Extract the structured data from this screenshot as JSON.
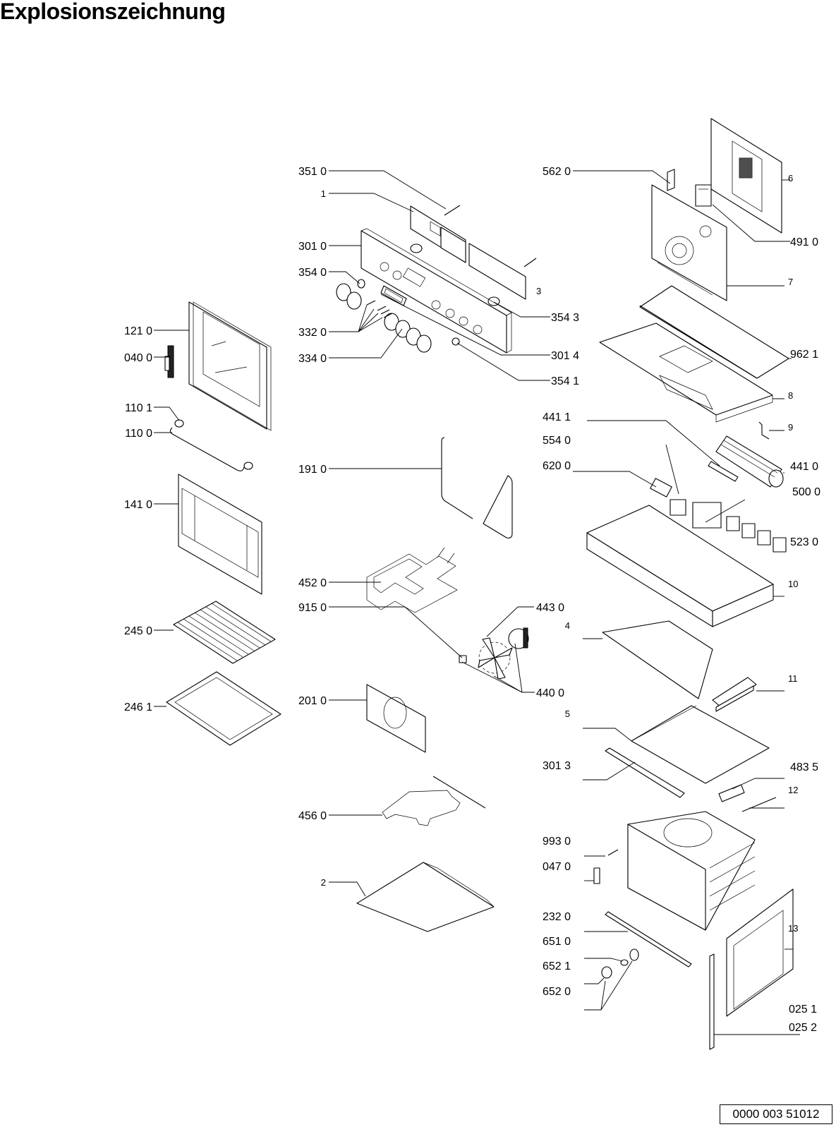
{
  "title": "Explosionszeichnung",
  "drawing_number": "0000 003 51012",
  "callouts": [
    {
      "id": "351_0",
      "text": "351 0",
      "part": "control-shaft-pin"
    },
    {
      "id": "1",
      "text": "1",
      "part": "control-circuit-board"
    },
    {
      "id": "301_0",
      "text": "301 0",
      "part": "control-panel-front"
    },
    {
      "id": "354_0",
      "text": "354 0",
      "part": "control-knob-button"
    },
    {
      "id": "332_0",
      "text": "332 0",
      "part": "knob-shafts"
    },
    {
      "id": "334_0",
      "text": "334 0",
      "part": "control-knobs"
    },
    {
      "id": "354_3",
      "text": "354 3",
      "part": "knob-spring"
    },
    {
      "id": "3",
      "text": "3",
      "part": "switch-board"
    },
    {
      "id": "301_4",
      "text": "301 4",
      "part": "display-window"
    },
    {
      "id": "354_1",
      "text": "354 1",
      "part": "push-button"
    },
    {
      "id": "121_0",
      "text": "121 0",
      "part": "door-inner-frame"
    },
    {
      "id": "040_0",
      "text": "040 0",
      "part": "door-hinge"
    },
    {
      "id": "110_1",
      "text": "110 1",
      "part": "handle-mount"
    },
    {
      "id": "110_0",
      "text": "110 0",
      "part": "door-handle"
    },
    {
      "id": "141_0",
      "text": "141 0",
      "part": "door-outer-glass"
    },
    {
      "id": "245_0",
      "text": "245 0",
      "part": "wire-rack"
    },
    {
      "id": "246_1",
      "text": "246 1",
      "part": "baking-tray"
    },
    {
      "id": "191_0",
      "text": "191 0",
      "part": "door-gasket"
    },
    {
      "id": "452_0",
      "text": "452 0",
      "part": "top-heating-element"
    },
    {
      "id": "915_0",
      "text": "915 0",
      "part": "fan-nut"
    },
    {
      "id": "443_0",
      "text": "443 0",
      "part": "fan-motor"
    },
    {
      "id": "440_0",
      "text": "440 0",
      "part": "fan-blade"
    },
    {
      "id": "201_0",
      "text": "201 0",
      "part": "fan-cover"
    },
    {
      "id": "456_0",
      "text": "456 0",
      "part": "circular-heating-element"
    },
    {
      "id": "2",
      "text": "2",
      "part": "bottom-plate"
    },
    {
      "id": "562_0",
      "text": "562 0",
      "part": "thermostat-bracket"
    },
    {
      "id": "6",
      "text": "6",
      "part": "rear-cover"
    },
    {
      "id": "491_0",
      "text": "491 0",
      "part": "relay-unit"
    },
    {
      "id": "7",
      "text": "7",
      "part": "rear-panel"
    },
    {
      "id": "962_1",
      "text": "962 1",
      "part": "insulation-strip"
    },
    {
      "id": "8",
      "text": "8",
      "part": "top-cover"
    },
    {
      "id": "9",
      "text": "9",
      "part": "bracket"
    },
    {
      "id": "441_1",
      "text": "441 1",
      "part": "terminal-strip"
    },
    {
      "id": "554_0",
      "text": "554 0",
      "part": "transformer"
    },
    {
      "id": "620_0",
      "text": "620 0",
      "part": "connector-block"
    },
    {
      "id": "441_0",
      "text": "441 0",
      "part": "tangential-fan"
    },
    {
      "id": "500_0",
      "text": "500 0",
      "part": "switch-unit"
    },
    {
      "id": "523_0",
      "text": "523 0",
      "part": "selector-switches"
    },
    {
      "id": "10",
      "text": "10",
      "part": "control-housing"
    },
    {
      "id": "4",
      "text": "4",
      "part": "deflector-plate"
    },
    {
      "id": "11",
      "text": "11",
      "part": "rail"
    },
    {
      "id": "5",
      "text": "5",
      "part": "base-plate"
    },
    {
      "id": "301_3",
      "text": "301 3",
      "part": "front-trim"
    },
    {
      "id": "483_5",
      "text": "483 5",
      "part": "terminal-block"
    },
    {
      "id": "12",
      "text": "12",
      "part": "sensor-rod"
    },
    {
      "id": "993_0",
      "text": "993 0",
      "part": "screw"
    },
    {
      "id": "047_0",
      "text": "047 0",
      "part": "hinge-receiver"
    },
    {
      "id": "232_0",
      "text": "232 0",
      "part": "front-bottom-bar"
    },
    {
      "id": "651_0",
      "text": "651 0",
      "part": "lamp-bulb"
    },
    {
      "id": "652_1",
      "text": "652 1",
      "part": "lamp-cover"
    },
    {
      "id": "652_0",
      "text": "652 0",
      "part": "lamp-holder"
    },
    {
      "id": "13",
      "text": "13",
      "part": "side-panel"
    },
    {
      "id": "025_1",
      "text": "025 1",
      "part": "side-trim-left"
    },
    {
      "id": "025_2",
      "text": "025 2",
      "part": "side-trim-right"
    }
  ]
}
